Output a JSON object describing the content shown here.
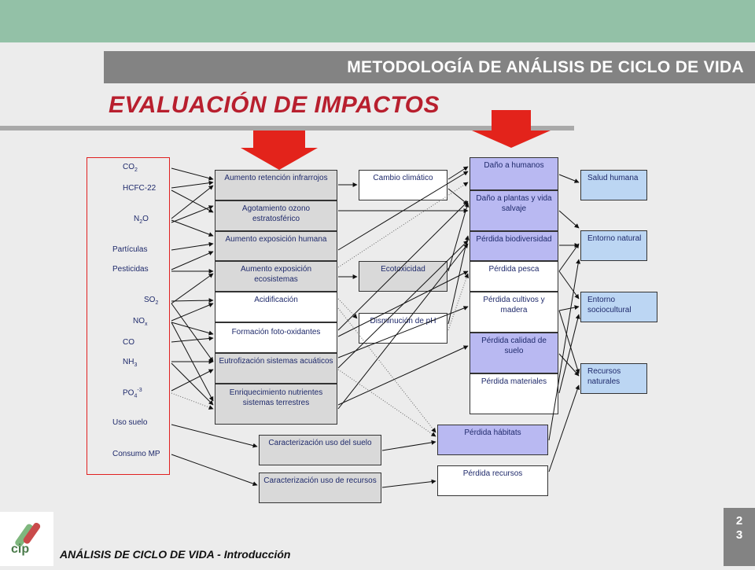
{
  "header": "METODOLOGÍA DE ANÁLISIS DE CICLO DE VIDA",
  "title": "EVALUACIÓN DE IMPACTOS",
  "inputs": [
    "CO",
    "HCFC-22",
    "N",
    "O",
    "Partículas",
    "Pesticidas",
    "SO",
    "NO",
    "CO",
    "NH",
    "PO",
    "Uso suelo",
    "Consumo MP"
  ],
  "input_subs": {
    "co2": "2",
    "n2o": "2",
    "so2": "2",
    "nox": "x",
    "nh3": "3",
    "po4": "4",
    "po4sup": "-3"
  },
  "midpoints": [
    "Aumento retención infrarrojos",
    "Agotamiento ozono estratosférico",
    "Aumento exposición humana",
    "Aumento exposición ecosistemas",
    "Acidificación",
    "Formación foto-oxidantes",
    "Eutrofización sistemas acuáticos",
    "Enriquecimiento nutrientes sistemas terrestres"
  ],
  "characterization": [
    "Caracterización uso del suelo",
    "Caracterización uso de recursos"
  ],
  "categories": [
    "Cambio climático",
    "Ecotoxicidad",
    "Disminución de pH"
  ],
  "damages": [
    "Daño a humanos",
    "Daño a plantas y vida salvaje",
    "Pérdida biodiversidad",
    "Pérdida pesca",
    "Pérdida cultivos y madera",
    "Pérdida calidad de suelo",
    "Pérdida materiales"
  ],
  "extra_damages": [
    "Pérdida hábitats",
    "Pérdida recursos"
  ],
  "endpoints": [
    "Salud humana",
    "Entorno natural",
    "Entorno sociocultural",
    "Recursos naturales"
  ],
  "footer": "ANÁLISIS DE CICLO DE VIDA - Introducción",
  "page_number": [
    "2",
    "3"
  ],
  "logo_text": "cip",
  "colors": {
    "top_band": "#93c1a7",
    "header_bar": "#838383",
    "title": "#b81f2e",
    "arrow": "#e3231b",
    "damage_fill": "#b9b9f2",
    "endpoint_fill": "#bcd6f3"
  }
}
